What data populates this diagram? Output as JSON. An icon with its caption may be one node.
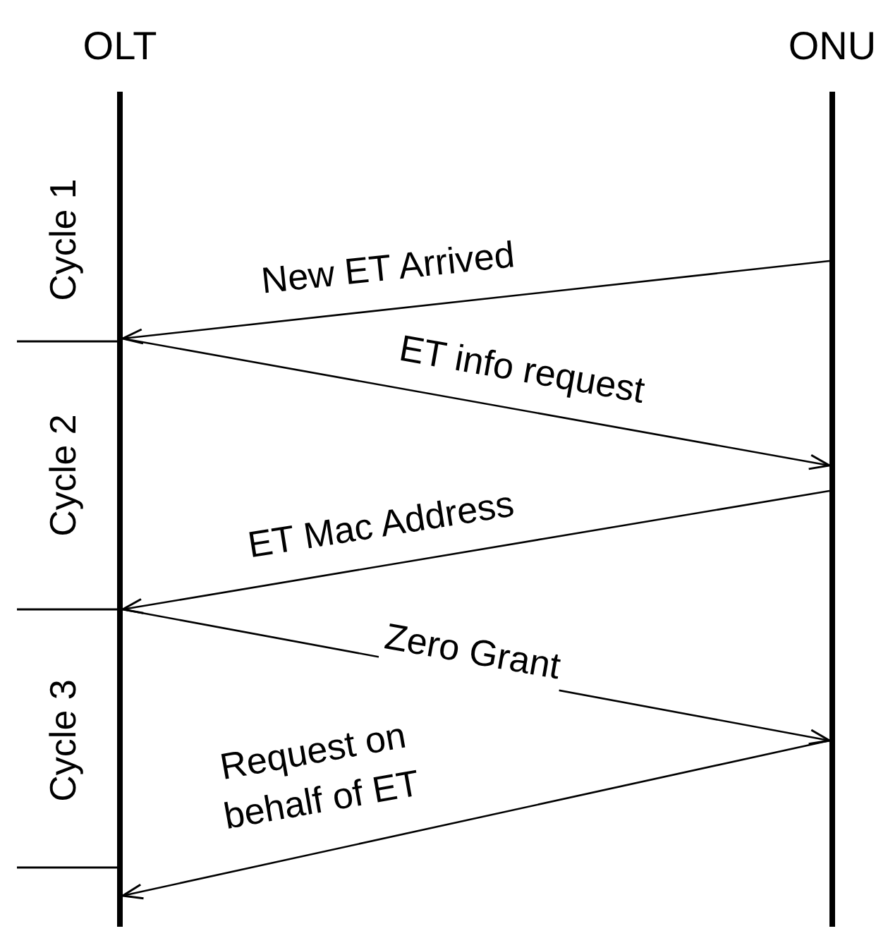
{
  "diagram": {
    "nodes": [
      {
        "text": [
          "OLT"
        ]
      },
      {
        "text": [
          "ONU"
        ]
      }
    ],
    "edges": [
      {
        "from": 1,
        "to": 0,
        "arrow": "to",
        "label": "New ET Arrived"
      },
      {
        "from": 0,
        "to": 1,
        "arrow": "to",
        "label": "ET info request"
      },
      {
        "from": 1,
        "to": 0,
        "arrow": "to",
        "label": "ET Mac Address"
      },
      {
        "from": 0,
        "to": 1,
        "arrow": "to",
        "label": "Zero Grant"
      },
      {
        "from": 1,
        "to": 0,
        "arrow": "to",
        "label": "Request on behalf of ET"
      }
    ],
    "labels": [
      "Cycle 1",
      "Cycle 2",
      "Cycle 3"
    ]
  }
}
